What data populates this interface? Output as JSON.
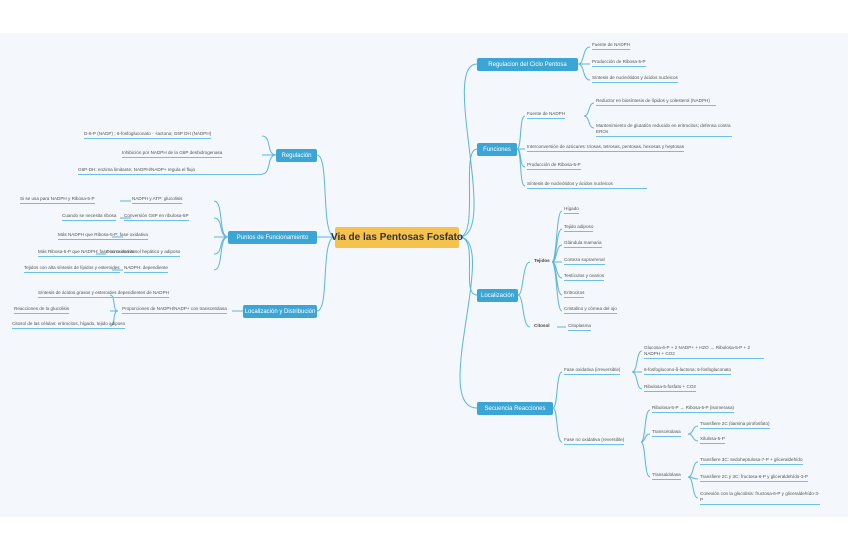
{
  "central": "Via de las Pentosas Fosfato",
  "branches": {
    "r1": "Regulación",
    "r2": "Puntos de Funcionamiento",
    "r3": "Localización y Distribución",
    "c1": "Regulacion del Ciclo Pentosa",
    "c2": "Funciones",
    "c3": "Localización",
    "c4": "Secuencia Reacciones"
  },
  "leaves": {
    "a1": "D-6-P (NADP) ; 6-fosfogluconato · -lactona; G6P DH (NADPH)",
    "a2": "Inhibición por NADPH de la G6P deshidrogenasa",
    "a3": "G6P-DH: enzima limitante; NADPH/NADP+ regula el flujo",
    "a4": "Si se usa para NADPH y Ribosa-5-P",
    "a5": "Cuando se necesita ribosa",
    "a6": "Más NADPH que Ribosa-5-P: fase oxidativa",
    "a7": "Más Ribosa-5-P que NADPH: fase no oxidativa",
    "a8": "NADPH y ATP: glucolisis",
    "a9": "Conversión G6P en ribulosa-5P",
    "a10": "Ocurre en citosol hepático y adiposo",
    "a11": "Tejidos con alta síntesis de lípidos y esteroides",
    "b1": "NADPH: dependiente",
    "b2": "Proporciones de NADPH/NADP+ con transcetolasa",
    "b3": "Síntesis de ácidos grasos y esteroides dependientes de NADPH",
    "c1": "Fuente de NADPH",
    "c2": "Reductor en biosíntesis de lípidos y colesterol (NADPH)",
    "c3": "Mantenimiento de glutatión reducido en eritrocitos; defensa contra EROs",
    "c4": "Producción de Ribosa-5-P",
    "c5": "Síntesis de nucleótidos y ácidos nucleicos",
    "c6": "Interconversión de azúcares: triosas, tetrosas, pentosas, hexosas y heptosas",
    "c7": "Reacciones de la glucolisis",
    "c8": "Citosol de las células: eritrocitos, hígado, tejido adiposo",
    "d0": "Tejidos",
    "d1": "Hígado",
    "d2": "Tejido adiposo",
    "d3": "Glándula mamaria",
    "d4": "Corteza suprarrenal",
    "d5": "Testículos y ovarios",
    "d6": "Eritrocitos",
    "d7": "Cristalino y córnea del ojo",
    "d8": "Citosol",
    "d9": "Citoplasma",
    "e1": "Fase oxidativa (irreversible)",
    "e2": "Glucosa-6-P + 2 NADP+ + H2O → Ribulosa-5-P + 2 NADPH + CO2",
    "e3": "6-fosfoglucono-δ-lactona; 6-fosfogluconato",
    "e4": "Ribulosa-5-fosfato + CO2",
    "e5": "Fase no oxidativa (reversible)",
    "e6": "Ribulosa-5-P → Ribosa-5-P (isomerasa)",
    "e7": "Transcetolasa",
    "e8": "Transfiere 2C (tiamina pirofosfato)",
    "e9": "Xilulosa-5-P",
    "e10": "Transaldolasa",
    "e11": "Transfiere 3C: sedoheptulosa-7-P + gliceraldehído",
    "e12": "Transfiere 2C y 3C: fructosa-6-P y gliceraldehído-3-P",
    "e13": "Conexión con la glucolisis: fructosa-6-P y gliceraldehído-3-P"
  },
  "colors": {
    "central": "#f5c24d",
    "branch": "#3ba6d6",
    "line": "#5bb5e0"
  }
}
